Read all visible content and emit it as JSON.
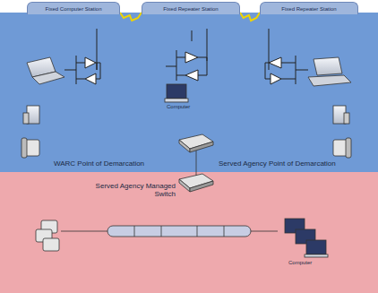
{
  "diagram": {
    "nodes": [
      {
        "text": [
          "Fixed Computer Station"
        ]
      },
      {
        "text": [
          "Fixed Repeater Station"
        ]
      },
      {
        "text": [
          "Fixed Repeater Station"
        ]
      }
    ],
    "edges": [
      {
        "from": 0,
        "to": 1,
        "arrow": "none"
      },
      {
        "from": 1,
        "to": 2,
        "arrow": "none"
      }
    ],
    "labels": [
      "Computer",
      "WARC Point of Demarcation",
      "Served Agency Point of Demarcation",
      "Served Agency Managed Switch",
      "Computer"
    ]
  }
}
